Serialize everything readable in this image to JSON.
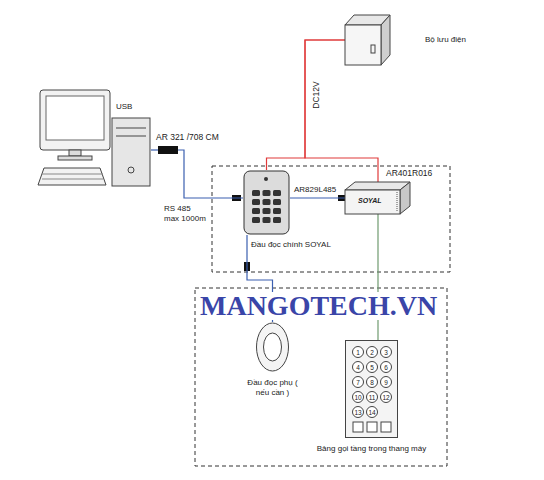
{
  "diagram": {
    "nodes": [
      {
        "text": [
          "USB"
        ]
      },
      {
        "text": [
          "AR 321 /708 CM"
        ]
      },
      {
        "text": [
          "Đầu đọc chính SOYAL"
        ]
      },
      {
        "text": [
          "AR401R016",
          "SOYAL"
        ]
      },
      {
        "text": [
          "Bộ lưu điện"
        ]
      },
      {
        "text": [
          "Đầu đọc phụ ( nếu cần )"
        ]
      },
      {
        "text": [
          "Bảng gọi tầng trong thang máy"
        ]
      }
    ],
    "edges": [
      {
        "from": 0,
        "to": 1,
        "arrow": "none"
      },
      {
        "from": 1,
        "to": 2,
        "label": "RS 485 max 1000m",
        "arrow": "none"
      },
      {
        "from": 2,
        "to": 3,
        "label": "AR829L485",
        "arrow": "none"
      },
      {
        "from": 4,
        "to": 3,
        "label": "DC12V",
        "arrow": "none"
      },
      {
        "from": 4,
        "to": 2,
        "arrow": "none"
      },
      {
        "from": 3,
        "to": 6,
        "arrow": "none"
      },
      {
        "from": 2,
        "to": 5,
        "arrow": "none"
      }
    ],
    "labels": [
      "MANGOTECH.VN",
      "1",
      "2",
      "3",
      "4",
      "5",
      "6",
      "7",
      "8",
      "9",
      "10",
      "11",
      "12",
      "13",
      "14"
    ]
  }
}
